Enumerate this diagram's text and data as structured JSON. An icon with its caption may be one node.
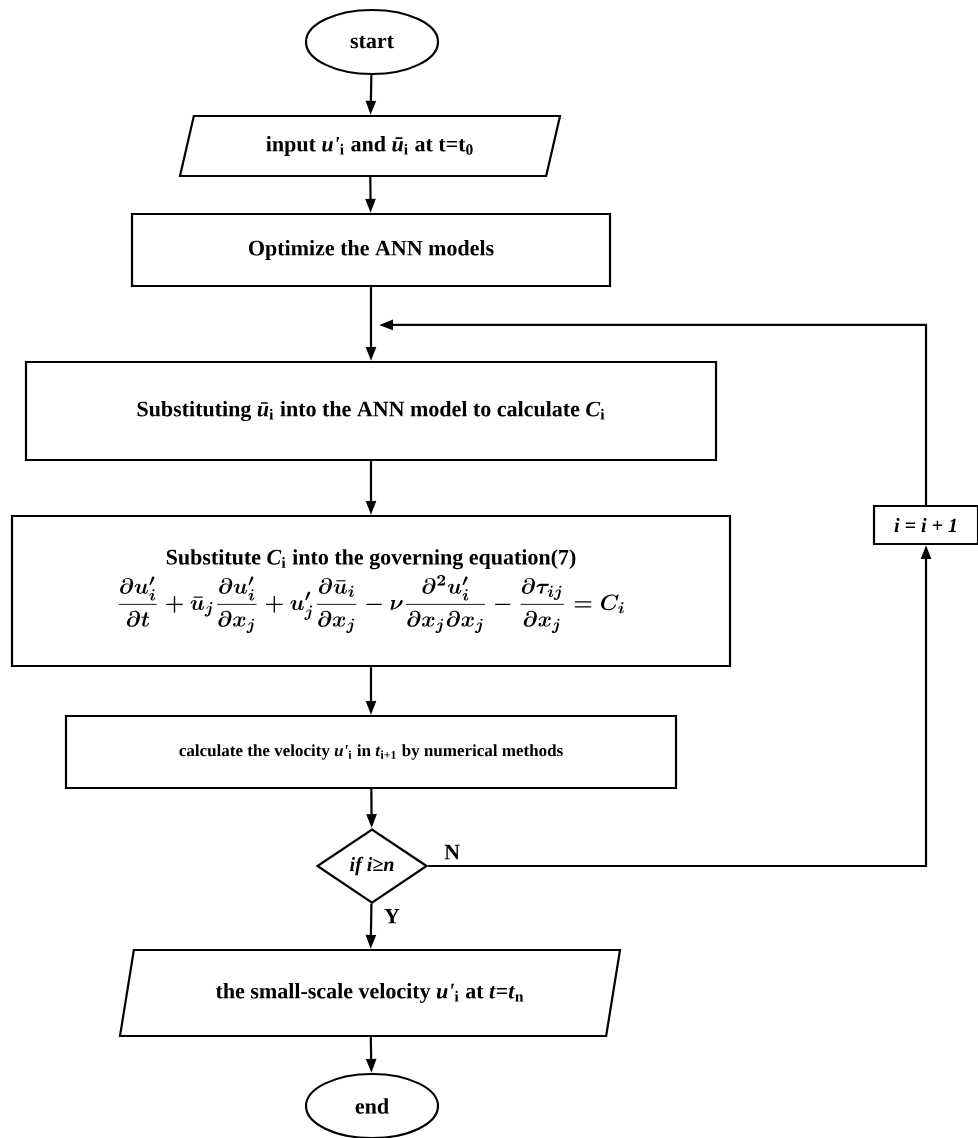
{
  "diagram": {
    "nodes": [
      {
        "text": [
          "start"
        ]
      },
      {
        "text": [
          "input *u'*$_{i}$ and *ū*$_{i}$ at t=t$_{0}$"
        ]
      },
      {
        "text": [
          "Optimize the ANN models"
        ]
      },
      {
        "text": [
          "Substituting *ū*$_{i}$ into the ANN model to calculate *C*$_{i}$"
        ]
      },
      {
        "text": [
          "Substitute *C*$_{i}$ into the governing equation(7)",
          "\\frac{\\partial u_i'}{\\partial t}+\\bar{u}_j\\frac{\\partial u_i'}{\\partial x_j}+u_j'\\frac{\\partial \\bar{u}_i}{\\partial x_j}-\\nu\\frac{\\partial^2 u_i'}{\\partial x_j\\partial x_j}-\\frac{\\partial \\tau_{ij}}{\\partial x_j}=C_i"
        ]
      },
      {
        "text": [
          "calculate the velocity *u'*$_{i}$ in *t*$_{i+1}$ by numerical methods"
        ]
      },
      {
        "text": [
          "if i≥n"
        ]
      },
      {
        "text": [
          "the small-scale velocity *u'*$_{i}$ at *t*=*t*$_{n}$"
        ]
      },
      {
        "text": [
          "end"
        ]
      },
      {
        "text": [
          "i = i + 1"
        ]
      }
    ],
    "edges": [
      {
        "from": 0,
        "to": 1,
        "arrow": "to"
      },
      {
        "from": 1,
        "to": 2,
        "arrow": "to"
      },
      {
        "from": 2,
        "to": 3,
        "arrow": "to"
      },
      {
        "from": 3,
        "to": 4,
        "arrow": "to"
      },
      {
        "from": 4,
        "to": 5,
        "arrow": "to"
      },
      {
        "from": 5,
        "to": 6,
        "arrow": "to"
      },
      {
        "from": 6,
        "to": 7,
        "arrow": "to",
        "label": "Y"
      },
      {
        "from": 7,
        "to": 8,
        "arrow": "to"
      },
      {
        "from": 6,
        "to": 9,
        "arrow": "to",
        "label": "N"
      },
      {
        "from": 9,
        "to": 3,
        "arrow": "to"
      }
    ]
  }
}
